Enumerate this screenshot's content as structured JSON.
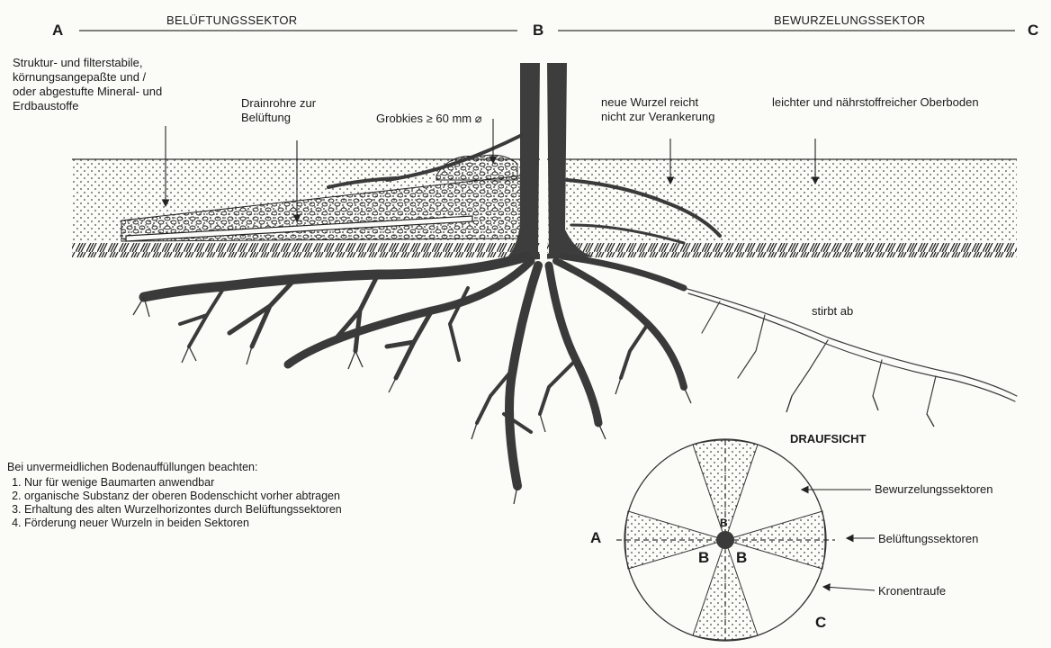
{
  "section_markers": {
    "a": "A",
    "b": "B",
    "c": "C"
  },
  "headers": {
    "left": "BELÜFTUNGSSEKTOR",
    "right": "BEWURZELUNGSSEKTOR"
  },
  "labels": {
    "mineral": [
      "Struktur- und filterstabile,",
      "körnungsangepaßte und /",
      "oder abgestufte Mineral- und",
      "Erdbaustoffe"
    ],
    "drain": [
      "Drainrohre zur",
      "Belüftung"
    ],
    "grobkies": "Grobkies ≥ 60 mm ⌀",
    "neue_wurzel": [
      "neue Wurzel reicht",
      "nicht zur Verankerung"
    ],
    "oberboden": "leichter und nährstoffreicher Oberboden",
    "stirbt": "stirbt ab"
  },
  "notes": {
    "title": "Bei unvermeidlichen Bodenauffüllungen beachten:",
    "items": [
      "Nur für wenige Baumarten anwendbar",
      "organische Substanz der oberen Bodenschicht vorher abtragen",
      "Erhaltung des alten Wurzelhorizontes durch Belüftungssektoren",
      "Förderung neuer Wurzeln in beiden Sektoren"
    ]
  },
  "plan": {
    "title": "DRAUFSICHT",
    "labels": {
      "a": "A",
      "b_left": "B",
      "b_right": "B",
      "b_top": "B",
      "c": "C"
    },
    "callouts": {
      "bewurzelung": "Bewurzelungssektoren",
      "beluftung": "Belüftungssektoren",
      "krone": "Kronentraufe"
    }
  }
}
